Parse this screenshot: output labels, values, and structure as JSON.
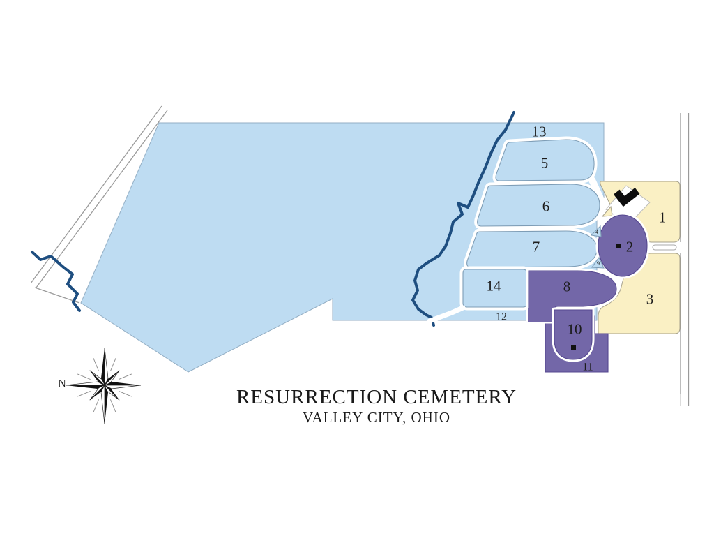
{
  "header": {
    "title": "RESURRECTION CEMETERY",
    "subtitle": "VALLEY CITY, OHIO"
  },
  "compass": {
    "north_label": "N"
  },
  "labels": {
    "s1": "1",
    "s2": "2",
    "s3": "3",
    "s4": "4",
    "s5": "5",
    "s6": "6",
    "s7": "7",
    "s8": "8",
    "s9": "9",
    "s10": "10",
    "s11": "11",
    "s12": "12",
    "s13": "13",
    "s14": "14"
  },
  "colors": {
    "land_blue": "#BEDCF2",
    "section_purple": "#7367A8",
    "section_yellow": "#FAF0C4",
    "creek_blue": "#1E4E80",
    "road_gray": "#9A9A9A",
    "road_white": "#FFFFFF",
    "ink": "#1C1C1C"
  }
}
